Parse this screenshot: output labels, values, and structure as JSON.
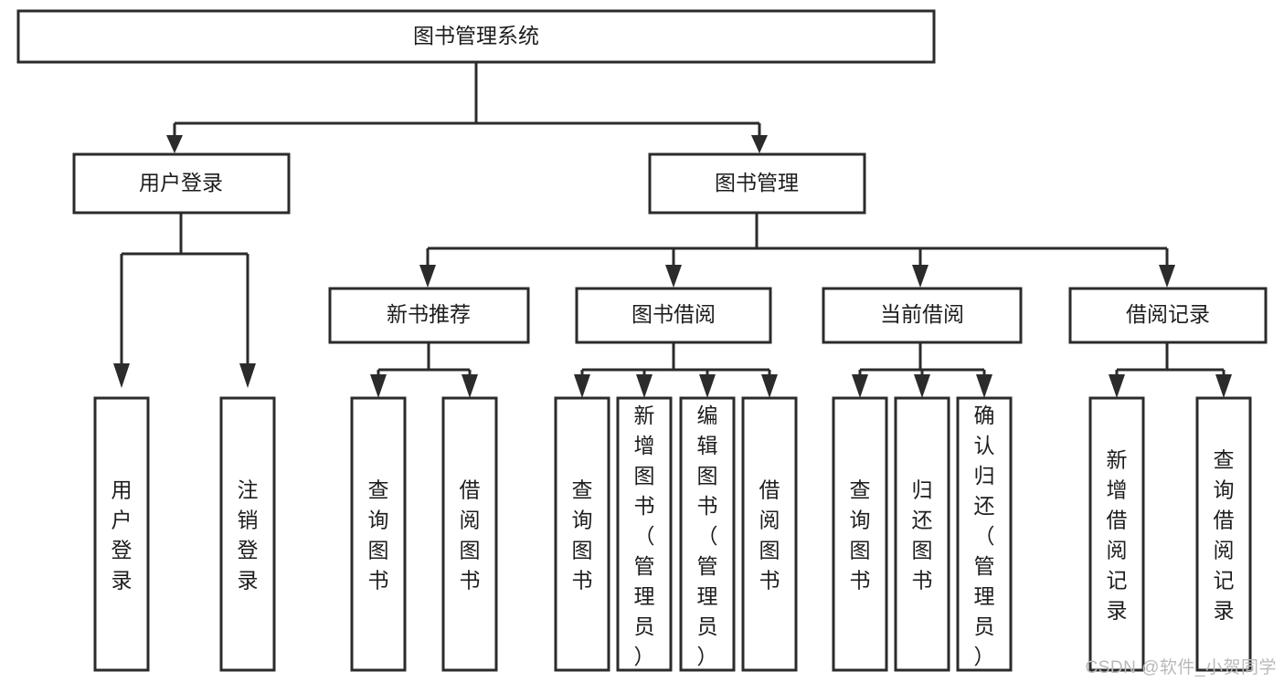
{
  "diagram": {
    "type": "tree-hierarchy",
    "title": "图书管理系统",
    "watermark": "CSDN @软件_小贺同学",
    "colors": {
      "background": "#ffffff",
      "stroke": "#2b2b2b",
      "box_fill": "#ffffff",
      "text": "#1d1d1d",
      "watermark": "#b9b9b9"
    },
    "levels": {
      "level1": [
        {
          "id": "root",
          "label": "图书管理系统",
          "orientation": "horizontal"
        }
      ],
      "level2": [
        {
          "id": "user-login",
          "label": "用户登录",
          "orientation": "horizontal"
        },
        {
          "id": "book-manage",
          "label": "图书管理",
          "orientation": "horizontal"
        }
      ],
      "level3": [
        {
          "id": "new-book-rec",
          "label": "新书推荐",
          "orientation": "horizontal",
          "parent": "book-manage"
        },
        {
          "id": "book-borrow",
          "label": "图书借阅",
          "orientation": "horizontal",
          "parent": "book-manage"
        },
        {
          "id": "current-borrow",
          "label": "当前借阅",
          "orientation": "horizontal",
          "parent": "book-manage"
        },
        {
          "id": "borrow-record",
          "label": "借阅记录",
          "orientation": "horizontal",
          "parent": "book-manage"
        }
      ],
      "level4": [
        {
          "id": "leaf-user-login",
          "label": "用户登录",
          "orientation": "vertical",
          "parent": "user-login",
          "align": "middle"
        },
        {
          "id": "leaf-logout",
          "label": "注销登录",
          "orientation": "vertical",
          "parent": "user-login",
          "align": "middle"
        },
        {
          "id": "leaf-query-book-1",
          "label": "查询图书",
          "orientation": "vertical",
          "parent": "new-book-rec",
          "align": "middle"
        },
        {
          "id": "leaf-borrow-book-1",
          "label": "借阅图书",
          "orientation": "vertical",
          "parent": "new-book-rec",
          "align": "middle"
        },
        {
          "id": "leaf-query-book-2",
          "label": "查询图书",
          "orientation": "vertical",
          "parent": "book-borrow",
          "align": "middle"
        },
        {
          "id": "leaf-add-book",
          "label": "新增图书（管理员）",
          "orientation": "vertical",
          "parent": "book-borrow",
          "align": "top"
        },
        {
          "id": "leaf-edit-book",
          "label": "编辑图书（管理员）",
          "orientation": "vertical",
          "parent": "book-borrow",
          "align": "top"
        },
        {
          "id": "leaf-borrow-book-2",
          "label": "借阅图书",
          "orientation": "vertical",
          "parent": "book-borrow",
          "align": "middle"
        },
        {
          "id": "leaf-query-book-3",
          "label": "查询图书",
          "orientation": "vertical",
          "parent": "current-borrow",
          "align": "middle"
        },
        {
          "id": "leaf-return-book",
          "label": "归还图书",
          "orientation": "vertical",
          "parent": "current-borrow",
          "align": "middle"
        },
        {
          "id": "leaf-confirm-return",
          "label": "确认归还（管理员）",
          "orientation": "vertical",
          "parent": "current-borrow",
          "align": "top"
        },
        {
          "id": "leaf-add-record",
          "label": "新增借阅记录",
          "orientation": "vertical",
          "parent": "borrow-record",
          "align": "middle"
        },
        {
          "id": "leaf-query-record",
          "label": "查询借阅记录",
          "orientation": "vertical",
          "parent": "borrow-record",
          "align": "middle"
        }
      ]
    },
    "labels": {
      "root": "图书管理系统",
      "l2_user_login": "用户登录",
      "l2_book_manage": "图书管理",
      "l3_new_book_rec": "新书推荐",
      "l3_book_borrow": "图书借阅",
      "l3_current_borrow": "当前借阅",
      "l3_borrow_record": "借阅记录",
      "leaf_user_login": "用户登录",
      "leaf_logout": "注销登录",
      "leaf_query_book_1": "查询图书",
      "leaf_borrow_book_1": "借阅图书",
      "leaf_query_book_2": "查询图书",
      "leaf_add_book": "新增图书（管理员）",
      "leaf_edit_book": "编辑图书（管理员）",
      "leaf_borrow_book_2": "借阅图书",
      "leaf_query_book_3": "查询图书",
      "leaf_return_book": "归还图书",
      "leaf_confirm_return": "确认归还（管理员）",
      "leaf_add_record": "新增借阅记录",
      "leaf_query_record": "查询借阅记录"
    }
  }
}
